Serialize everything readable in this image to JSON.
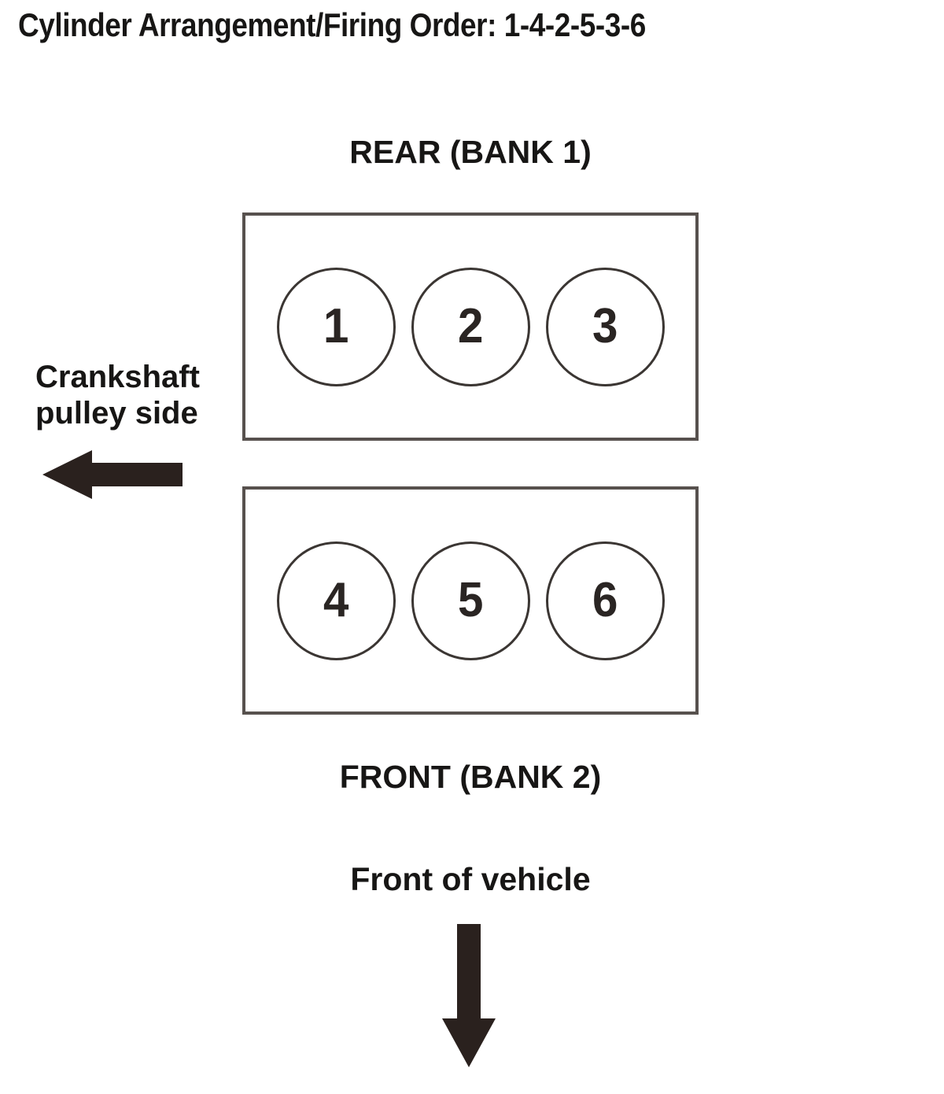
{
  "title": "Cylinder Arrangement/Firing Order: 1-4-2-5-3-6",
  "banks": [
    {
      "label": "REAR (BANK 1)",
      "cylinders": [
        "1",
        "2",
        "3"
      ]
    },
    {
      "label": "FRONT (BANK 2)",
      "cylinders": [
        "4",
        "5",
        "6"
      ]
    }
  ],
  "annotations": {
    "crankshaft_line1": "Crankshaft",
    "crankshaft_line2": "pulley side",
    "front_of_vehicle": "Front of vehicle"
  },
  "icons": {
    "left_arrow": "left-arrow",
    "down_arrow": "down-arrow"
  },
  "colors": {
    "background": "#ffffff",
    "text": "#171615",
    "arrow": "#2a211e",
    "box_border": "#57514e",
    "circle_border": "#3b3633",
    "number_text": "#2a2523"
  }
}
